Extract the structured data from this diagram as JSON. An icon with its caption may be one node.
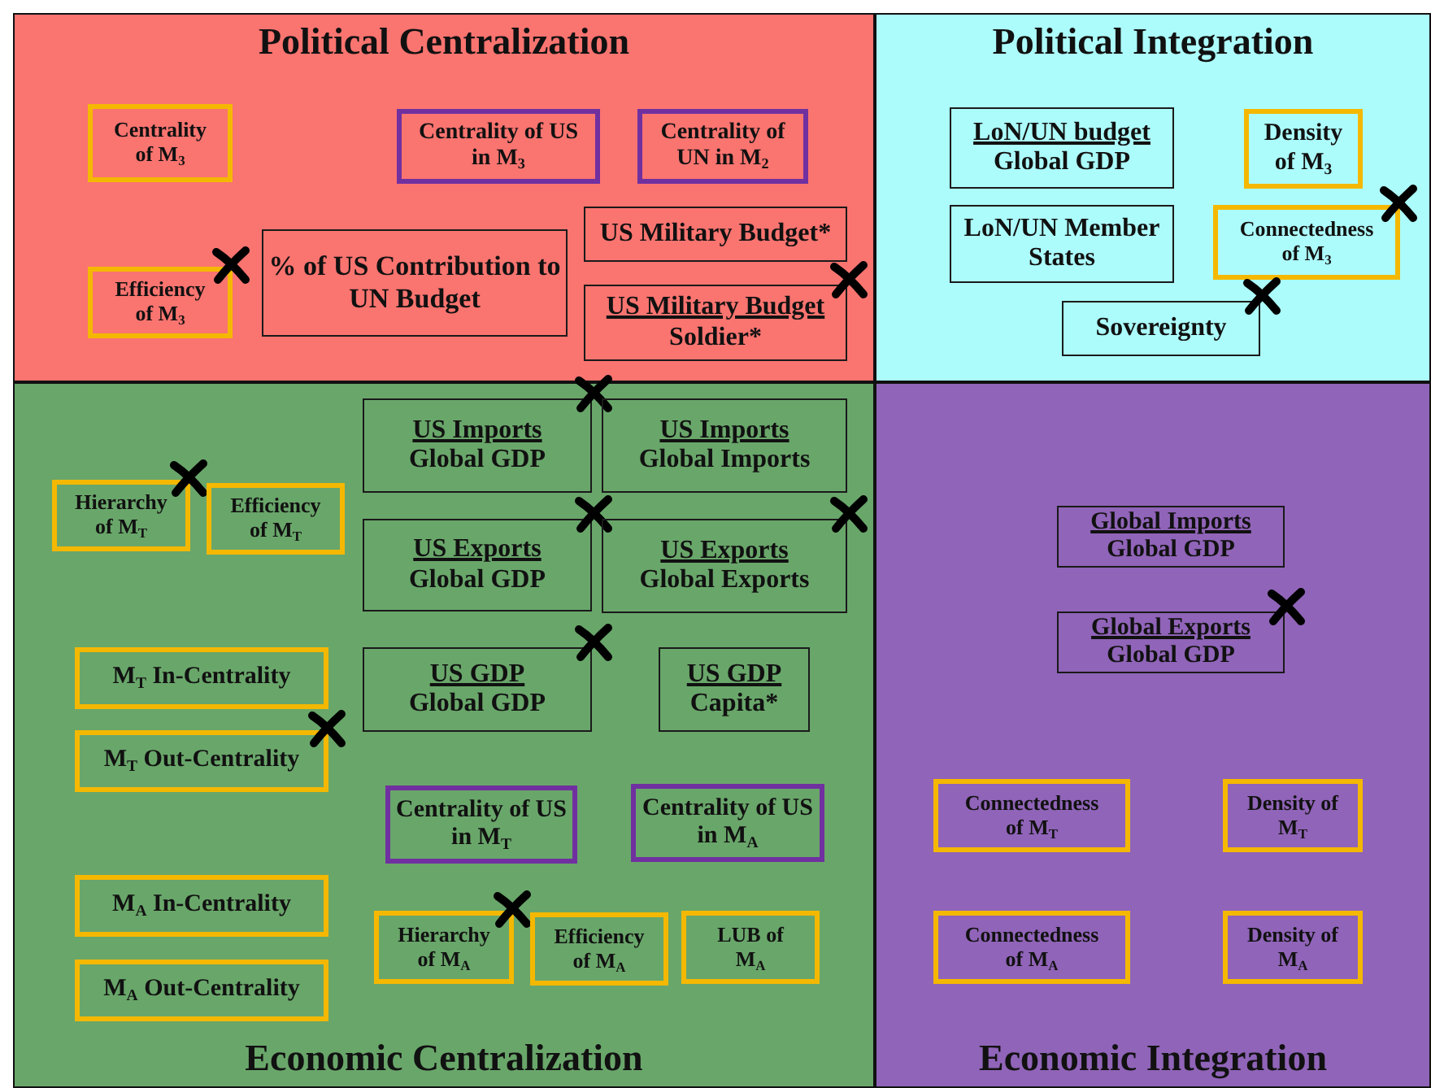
{
  "diagram": {
    "nodes": [
      {
        "text": [
          "Political Centralization"
        ]
      },
      {
        "text": [
          "Centrality of M$_{3}$"
        ],
        "in": 0
      },
      {
        "text": [
          "Centrality of US in M$_{3}$"
        ],
        "in": 0
      },
      {
        "text": [
          "Centrality of UN in M$_{2}$"
        ],
        "in": 0
      },
      {
        "text": [
          "Efficiency of M$_{3}$"
        ],
        "in": 0
      },
      {
        "text": [
          "% of US Contribution to UN Budget"
        ],
        "in": 0
      },
      {
        "text": [
          "US Military Budget*"
        ],
        "in": 0
      },
      {
        "text": [
          "US Military Budget",
          "Soldier*"
        ],
        "in": 0
      },
      {
        "text": [
          "Political Integration"
        ]
      },
      {
        "text": [
          "LoN/UN budget",
          "Global GDP"
        ],
        "in": 8
      },
      {
        "text": [
          "Density of M$_{3}$"
        ],
        "in": 8
      },
      {
        "text": [
          "LoN/UN Member States"
        ],
        "in": 8
      },
      {
        "text": [
          "Connectedness of M$_{3}$"
        ],
        "in": 8
      },
      {
        "text": [
          "Sovereignty"
        ],
        "in": 8
      },
      {
        "text": [
          "Economic Centralization"
        ]
      },
      {
        "text": [
          "Hierarchy of M$_{T}$"
        ],
        "in": 14
      },
      {
        "text": [
          "Efficiency of M$_{T}$"
        ],
        "in": 14
      },
      {
        "text": [
          "US Imports",
          "Global GDP"
        ],
        "in": 14
      },
      {
        "text": [
          "US Imports",
          "Global Imports"
        ],
        "in": 14
      },
      {
        "text": [
          "US Exports",
          "Global GDP"
        ],
        "in": 14
      },
      {
        "text": [
          "US Exports",
          "Global Exports"
        ],
        "in": 14
      },
      {
        "text": [
          "M$_{T}$ In-Centrality"
        ],
        "in": 14
      },
      {
        "text": [
          "US GDP",
          "Global GDP"
        ],
        "in": 14
      },
      {
        "text": [
          "US GDP",
          "Capita*"
        ],
        "in": 14
      },
      {
        "text": [
          "M$_{T}$ Out-Centrality"
        ],
        "in": 14
      },
      {
        "text": [
          "Centrality of US in M$_{T}$"
        ],
        "in": 14
      },
      {
        "text": [
          "Centrality of US in M$_{A}$"
        ],
        "in": 14
      },
      {
        "text": [
          "M$_{A}$ In-Centrality"
        ],
        "in": 14
      },
      {
        "text": [
          "Hierarchy of M$_{A}$"
        ],
        "in": 14
      },
      {
        "text": [
          "Efficiency of M$_{A}$"
        ],
        "in": 14
      },
      {
        "text": [
          "LUB of M$_{A}$"
        ],
        "in": 14
      },
      {
        "text": [
          "M$_{A}$ Out-Centrality"
        ],
        "in": 14
      },
      {
        "text": [
          "Economic Integration"
        ]
      },
      {
        "text": [
          "Global Imports",
          "Global GDP"
        ],
        "in": 32
      },
      {
        "text": [
          "Global Exports",
          "Global GDP"
        ],
        "in": 32
      },
      {
        "text": [
          "Connectedness of M$_{T}$"
        ],
        "in": 32
      },
      {
        "text": [
          "Density of M$_{T}$"
        ],
        "in": 32
      },
      {
        "text": [
          "Connectedness of M$_{A}$"
        ],
        "in": 32
      },
      {
        "text": [
          "Density of M$_{A}$"
        ],
        "in": 32
      }
    ]
  }
}
